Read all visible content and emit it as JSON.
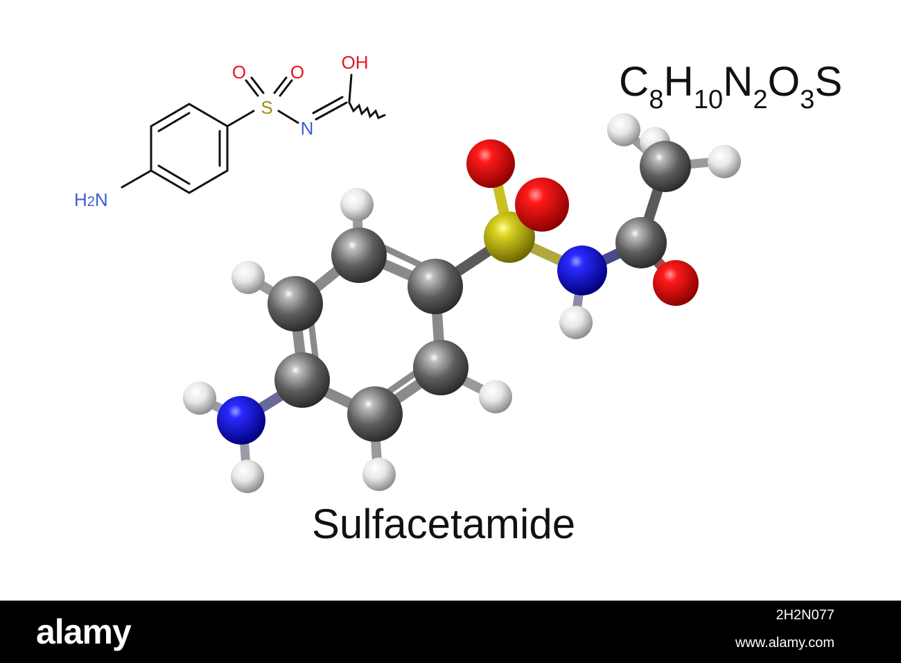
{
  "molecule_name": "Sulfacetamide",
  "formula": {
    "parts": [
      {
        "symbol": "C",
        "sub": "8"
      },
      {
        "symbol": "H",
        "sub": "10"
      },
      {
        "symbol": "N",
        "sub": "2"
      },
      {
        "symbol": "O",
        "sub": "3"
      },
      {
        "symbol": "S",
        "sub": ""
      }
    ]
  },
  "skeletal": {
    "labels": {
      "oxygen_left": "O",
      "oxygen_right": "O",
      "hydroxyl": "OH",
      "sulfur": "S",
      "nitrogen": "N",
      "amine_h": "H",
      "amine_sub": "2",
      "amine_n": "N"
    }
  },
  "colors": {
    "carbon": "#555555",
    "hydrogen": "#e6e6e6",
    "nitrogen": "#1010e0",
    "oxygen": "#ee1111",
    "sulfur": "#c8c010",
    "label_red": "#e8131e",
    "label_blue": "#3b5bdb",
    "label_sulfur": "#a08a10"
  },
  "footer": {
    "logo": "alamy",
    "image_id": "2H2N077",
    "url": "www.alamy.com"
  }
}
